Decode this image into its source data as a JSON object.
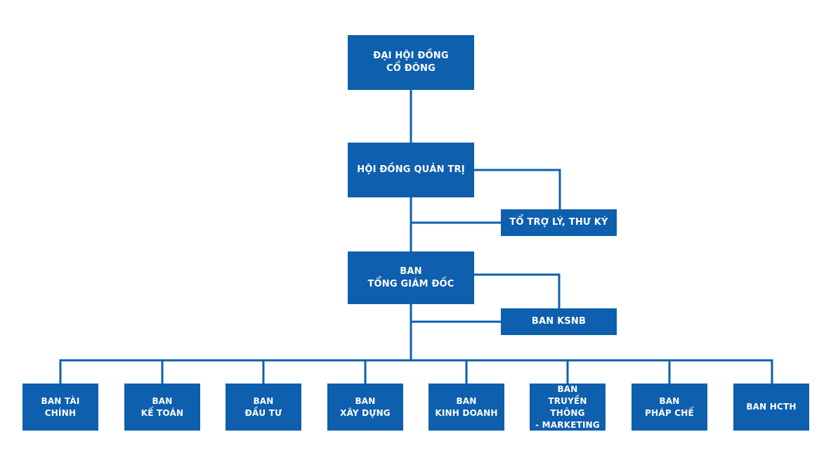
{
  "colors": {
    "box": "#0e5fad",
    "line": "#0e5fad",
    "text": "#ffffff",
    "background": "#ffffff"
  },
  "nodes": {
    "shareholders": "ĐẠI HỘI ĐỒNG\nCỔ ĐÔNG",
    "board": "HỘI ĐỒNG QUẢN TRỊ",
    "assistants": "TỔ TRỢ LÝ, THƯ KÝ",
    "ceo": "BAN\nTỔNG GIÁM ĐỐC",
    "ksnb": "BAN KSNB",
    "finance": "BAN TÀI CHÍNH",
    "accounting": "BAN\nKẾ TOÁN",
    "investment": "BAN\nĐẦU TƯ",
    "construction": "BAN\nXÂY DỰNG",
    "business": "BAN\nKINH DOANH",
    "marketing": "BAN\nTRUYỀN THÔNG\n- MARKETING",
    "legal": "BAN\nPHÁP CHẾ",
    "admin": "BAN HCTH"
  }
}
